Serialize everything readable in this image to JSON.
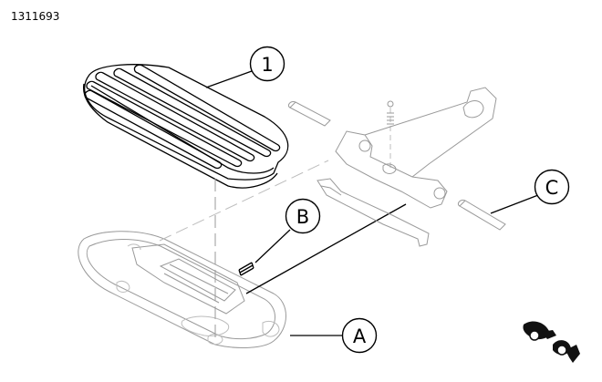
{
  "part_number": "1311693",
  "callouts": {
    "c1": "1",
    "cA": "A",
    "cB": "B",
    "cC": "C"
  }
}
